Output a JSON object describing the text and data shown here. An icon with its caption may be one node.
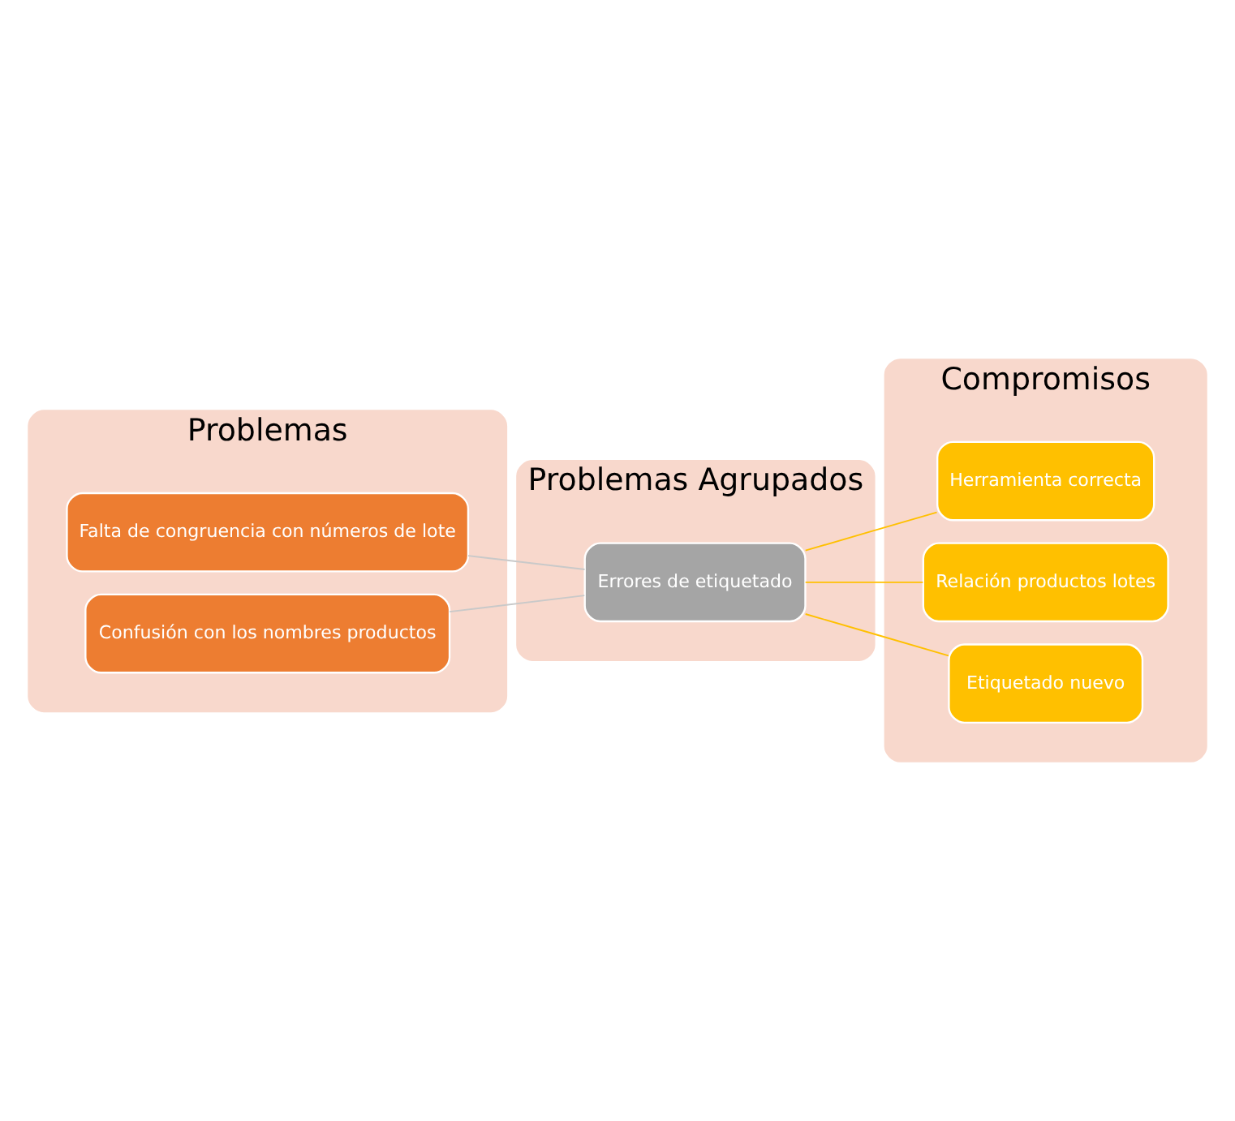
{
  "diagram": {
    "nodes": [
      {
        "text": [
          "Problemas"
        ]
      },
      {
        "text": [
          "Falta de congruencia con números de lote"
        ],
        "in": 0
      },
      {
        "text": [
          "Confusión con los nombres productos"
        ],
        "in": 0
      },
      {
        "text": [
          "Problemas Agrupados"
        ]
      },
      {
        "text": [
          "Errores de etiquetado"
        ],
        "in": 3
      },
      {
        "text": [
          "Compromisos"
        ]
      },
      {
        "text": [
          "Herramienta correcta"
        ],
        "in": 5
      },
      {
        "text": [
          "Relación productos lotes"
        ],
        "in": 5
      },
      {
        "text": [
          "Etiquetado nuevo"
        ],
        "in": 5
      }
    ],
    "edges": [
      {
        "from": 1,
        "to": 4,
        "arrow": "none",
        "color": "#c9c9c9"
      },
      {
        "from": 2,
        "to": 4,
        "arrow": "none",
        "color": "#c9c9c9"
      },
      {
        "from": 4,
        "to": 6,
        "arrow": "none"
      },
      {
        "from": 4,
        "to": 7,
        "arrow": "none"
      },
      {
        "from": 4,
        "to": 8,
        "arrow": "none"
      }
    ]
  }
}
